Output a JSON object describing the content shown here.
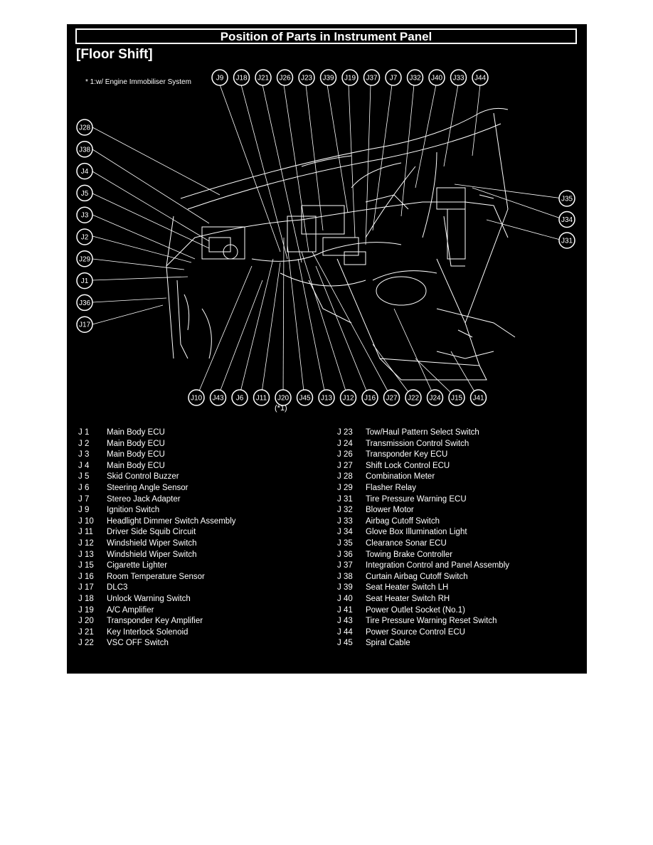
{
  "title": "Position of Parts in Instrument Panel",
  "subtitle": "[Floor Shift]",
  "note": "* 1:w/ Engine Immobiliser System",
  "note_mark": "(*1)",
  "top_callouts": [
    "J9",
    "J18",
    "J21",
    "J26",
    "J23",
    "J39",
    "J19",
    "J37",
    "J7",
    "J32",
    "J40",
    "J33",
    "J44"
  ],
  "left_callouts": [
    "J28",
    "J38",
    "J4",
    "J5",
    "J3",
    "J2",
    "J29",
    "J1",
    "J36",
    "J17"
  ],
  "right_callouts": [
    "J35",
    "J34",
    "J31"
  ],
  "bottom_callouts": [
    "J10",
    "J43",
    "J6",
    "J11",
    "J20",
    "J45",
    "J13",
    "J12",
    "J16",
    "J27",
    "J22",
    "J24",
    "J15",
    "J41"
  ],
  "legend_left": [
    {
      "code": "J 1",
      "name": "Main Body ECU"
    },
    {
      "code": "J 2",
      "name": "Main Body ECU"
    },
    {
      "code": "J 3",
      "name": "Main Body ECU"
    },
    {
      "code": "J 4",
      "name": "Main Body ECU"
    },
    {
      "code": "J 5",
      "name": "Skid Control Buzzer"
    },
    {
      "code": "J 6",
      "name": "Steering Angle Sensor"
    },
    {
      "code": "J 7",
      "name": "Stereo Jack Adapter"
    },
    {
      "code": "J 9",
      "name": "Ignition Switch"
    },
    {
      "code": "J 10",
      "name": "Headlight Dimmer Switch Assembly"
    },
    {
      "code": "J 11",
      "name": "Driver Side Squib Circuit"
    },
    {
      "code": "J 12",
      "name": "Windshield Wiper Switch"
    },
    {
      "code": "J 13",
      "name": "Windshield Wiper Switch"
    },
    {
      "code": "J 15",
      "name": "Cigarette Lighter"
    },
    {
      "code": "J 16",
      "name": "Room Temperature Sensor"
    },
    {
      "code": "J 17",
      "name": "DLC3"
    },
    {
      "code": "J 18",
      "name": "Unlock Warning Switch"
    },
    {
      "code": "J 19",
      "name": "A/C Amplifier"
    },
    {
      "code": "J 20",
      "name": "Transponder Key Amplifier"
    },
    {
      "code": "J 21",
      "name": "Key Interlock Solenoid"
    },
    {
      "code": "J 22",
      "name": "VSC OFF Switch"
    }
  ],
  "legend_right": [
    {
      "code": "J 23",
      "name": "Tow/Haul Pattern Select Switch"
    },
    {
      "code": "J 24",
      "name": "Transmission Control Switch"
    },
    {
      "code": "J 26",
      "name": "Transponder Key ECU"
    },
    {
      "code": "J 27",
      "name": "Shift Lock Control ECU"
    },
    {
      "code": "J 28",
      "name": "Combination Meter"
    },
    {
      "code": "J 29",
      "name": "Flasher Relay"
    },
    {
      "code": "J 31",
      "name": "Tire Pressure Warning ECU"
    },
    {
      "code": "J 32",
      "name": "Blower Motor"
    },
    {
      "code": "J 33",
      "name": "Airbag Cutoff Switch"
    },
    {
      "code": "J 34",
      "name": "Glove Box Illumination Light"
    },
    {
      "code": "J 35",
      "name": "Clearance Sonar ECU"
    },
    {
      "code": "J 36",
      "name": "Towing Brake Controller"
    },
    {
      "code": "J 37",
      "name": "Integration Control and Panel Assembly"
    },
    {
      "code": "J 38",
      "name": "Curtain Airbag Cutoff Switch"
    },
    {
      "code": "J 39",
      "name": "Seat Heater Switch LH"
    },
    {
      "code": "J 40",
      "name": "Seat Heater Switch RH"
    },
    {
      "code": "J 41",
      "name": "Power Outlet Socket (No.1)"
    },
    {
      "code": "J 43",
      "name": "Tire Pressure Warning Reset Switch"
    },
    {
      "code": "J 44",
      "name": "Power Source Control ECU"
    },
    {
      "code": "J 45",
      "name": "Spiral Cable"
    }
  ]
}
